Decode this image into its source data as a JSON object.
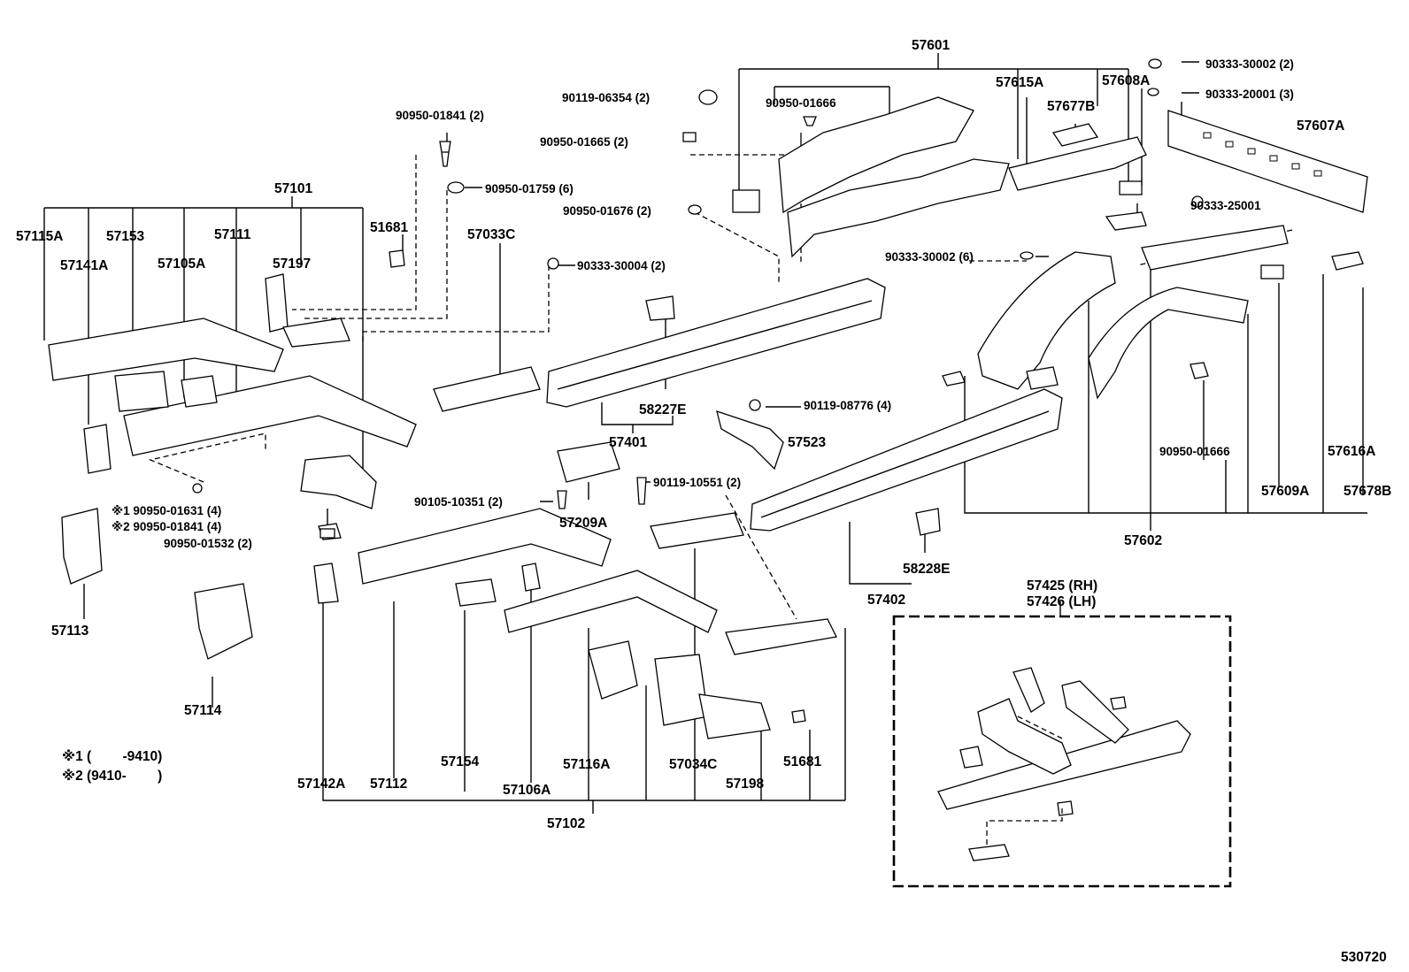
{
  "diagram_id": "530720",
  "footnotes": {
    "n1": "※1 (　　 -9410)",
    "n2": "※2 (9410-　　 )"
  },
  "inset_box": {
    "rh": "57425 (RH)",
    "lh": "57426 (LH)"
  },
  "labels": {
    "p57601": "57601",
    "p57615A": "57615A",
    "p57608A": "57608A",
    "p57677B": "57677B",
    "p57607A": "57607A",
    "f90333_30002_2": "90333-30002 (2)",
    "f90333_20001_3": "90333-20001 (3)",
    "f90119_06354": "90119-06354 (2)",
    "f90950_01666_top": "90950-01666",
    "f90950_01665": "90950-01665 (2)",
    "f90950_01841": "90950-01841 (2)",
    "f90950_01759": "90950-01759 (6)",
    "f90950_01676": "90950-01676 (2)",
    "f90333_30004": "90333-30004 (2)",
    "f90333_25001": "90333-25001",
    "f90333_30002_6": "90333-30002 (6)",
    "p57101": "57101",
    "p57115A": "57115A",
    "p57153": "57153",
    "p57111": "57111",
    "p51681_top": "51681",
    "p57033C": "57033C",
    "p57141A": "57141A",
    "p57105A": "57105A",
    "p57197": "57197",
    "p58227E": "58227E",
    "p57401": "57401",
    "f90119_08776": "90119-08776 (4)",
    "p57523": "57523",
    "f90119_10551": "90119-10551 (2)",
    "f90105_10351": "90105-10351 (2)",
    "p57209A": "57209A",
    "f90950_01631": "※1 90950-01631 (4)",
    "f90950_01841_4": "※2 90950-01841 (4)",
    "f90950_01532": "90950-01532 (2)",
    "p57113": "57113",
    "p57114": "57114",
    "f90950_01666_right": "90950-01666",
    "p57616A": "57616A",
    "p57609A": "57609A",
    "p57678B": "57678B",
    "p57602": "57602",
    "p58228E": "58228E",
    "p57402": "57402",
    "p57142A": "57142A",
    "p57112": "57112",
    "p57154": "57154",
    "p57106A": "57106A",
    "p57116A": "57116A",
    "p57034C": "57034C",
    "p57198": "57198",
    "p51681_bottom": "51681",
    "p57102": "57102"
  }
}
